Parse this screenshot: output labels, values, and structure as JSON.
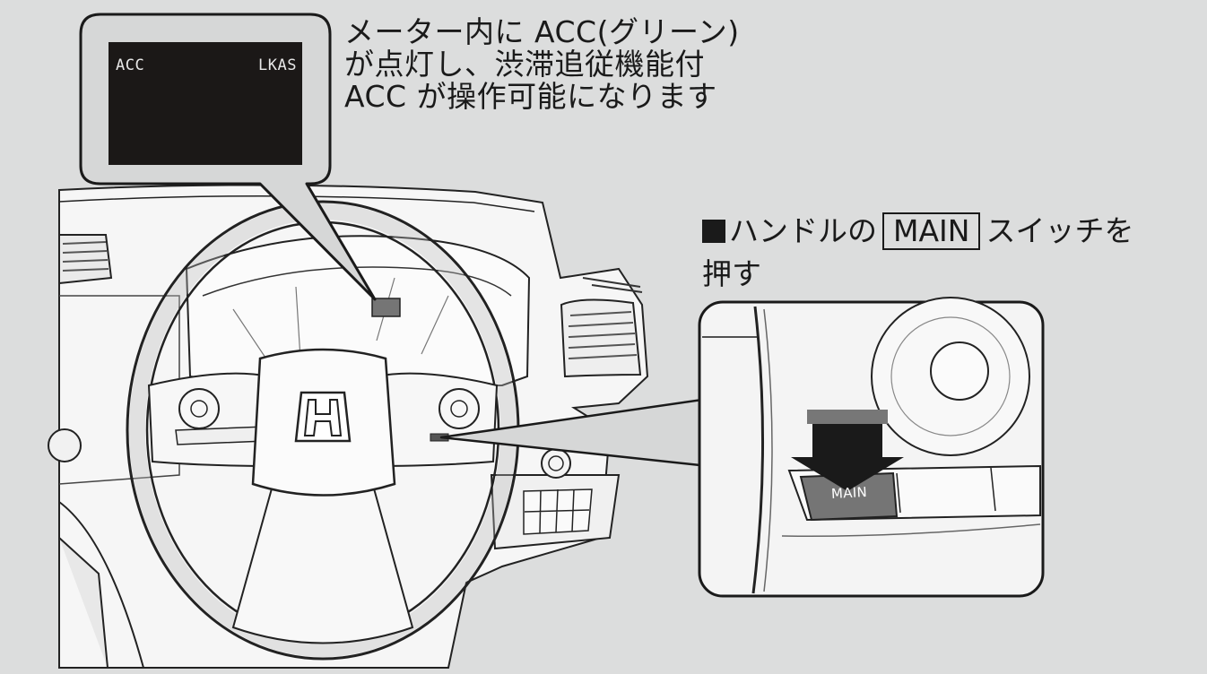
{
  "meter": {
    "acc_indicator": "ACC",
    "lkas_indicator": "LKAS"
  },
  "captions": {
    "meter_lines": [
      "メーター内に ACC(グリーン)",
      "が点灯し、渋滞追従機能付",
      "ACC が操作可能になります"
    ],
    "press_prefix": "ハンドルの",
    "press_key": "MAIN",
    "press_suffix": "スイッチを",
    "press_line2": "押す"
  },
  "inset": {
    "button_label": "MAIN"
  },
  "colors": {
    "background": "#dcdddd",
    "display": "#1b1817",
    "highlight_button": "#757575",
    "line": "#1a1a1a"
  }
}
